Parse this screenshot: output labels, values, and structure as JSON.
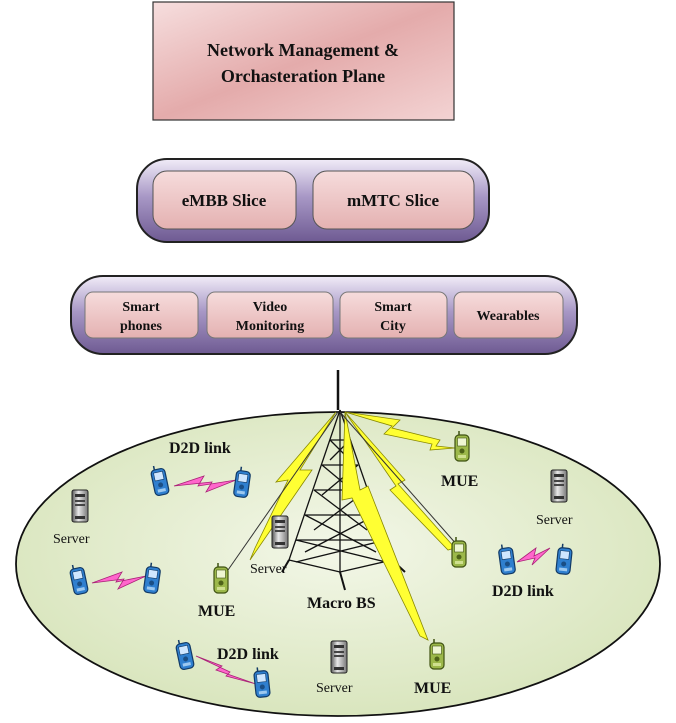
{
  "management_plane": {
    "line1": "Network Management &",
    "line2": "Orchasteration Plane"
  },
  "slices": [
    {
      "label": "eMBB Slice"
    },
    {
      "label": "mMTC Slice"
    }
  ],
  "applications": [
    {
      "line1": "Smart",
      "line2": "phones"
    },
    {
      "line1": "Video",
      "line2": "Monitoring"
    },
    {
      "line1": "Smart",
      "line2": "City"
    },
    {
      "line1": "Wearables",
      "line2": ""
    }
  ],
  "network": {
    "base_station_label": "Macro BS",
    "d2d_label": "D2D link",
    "mue_label": "MUE",
    "server_label": "Server"
  },
  "colors": {
    "plane_fill": "#e8b4b4",
    "slice_container": "#8a7aa8",
    "cell_fill": "#e3ecd0",
    "lightning": "#ffff00",
    "d2d_lightning": "#ff66cc",
    "phone_blue": "#2f7fcf",
    "phone_green": "#8fae3a"
  }
}
